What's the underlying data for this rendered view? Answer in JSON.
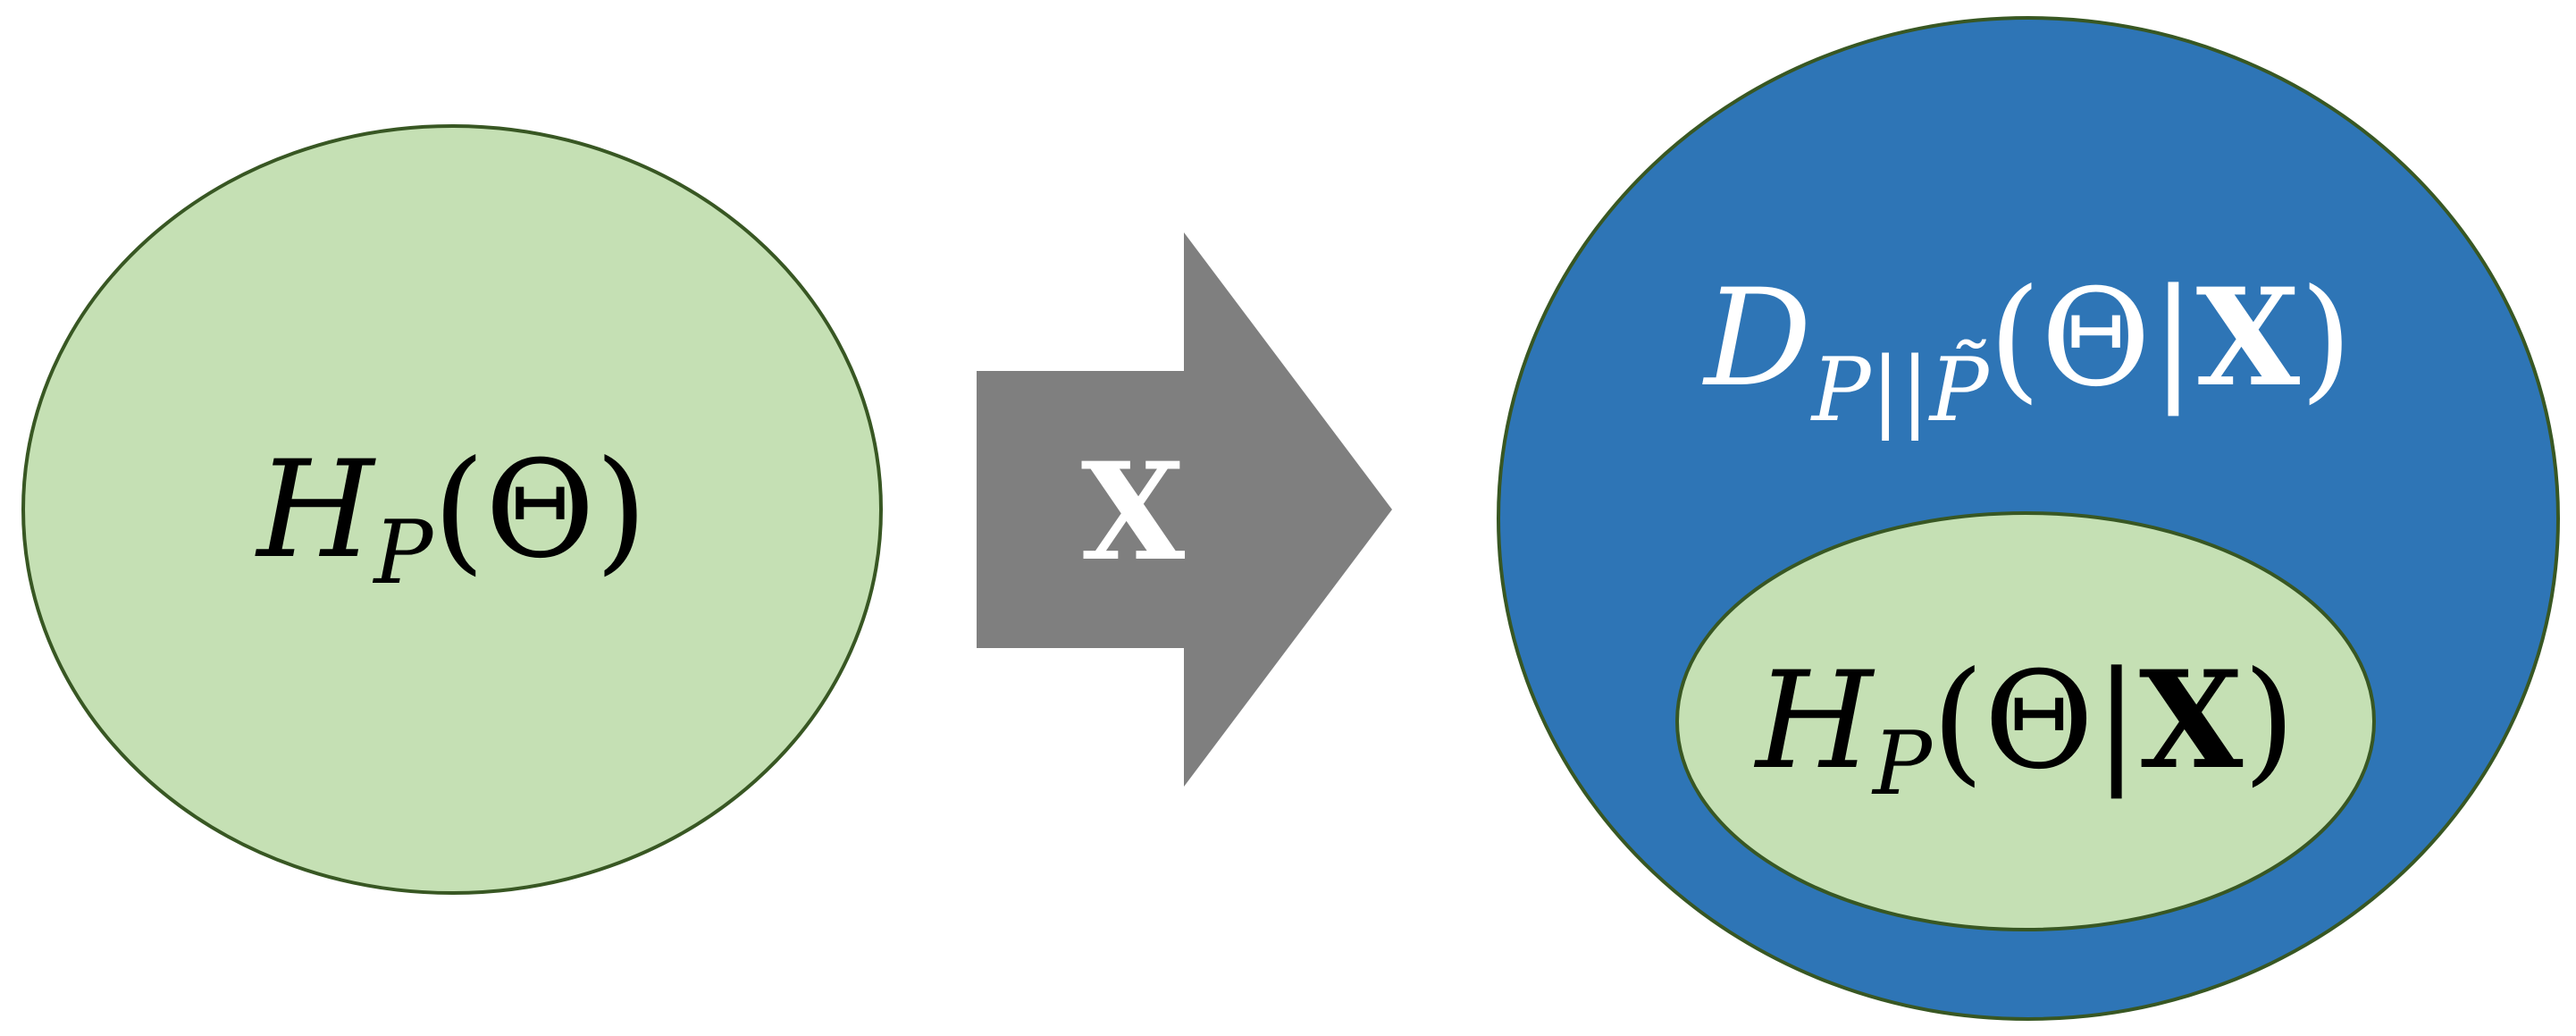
{
  "diagram": {
    "colors": {
      "green_fill": "#c5e0b4",
      "green_stroke": "#385723",
      "blue_fill": "#2e75b6",
      "arrow_fill": "#7f7f7f",
      "dark_text": "#000000",
      "light_text": "#ffffff"
    },
    "left_ellipse": {
      "symbol": "H",
      "subscript": "P",
      "argument": "(Θ)"
    },
    "arrow": {
      "label": "X"
    },
    "outer_circle": {
      "symbol": "D",
      "subscript_left": "P",
      "subscript_sep": "||",
      "subscript_right": "P̃",
      "argument_open": "(Θ|",
      "argument_bold": "X",
      "argument_close": ")"
    },
    "inner_ellipse": {
      "symbol": "H",
      "subscript": "P",
      "argument_open": "(Θ|",
      "argument_bold": "X",
      "argument_close": ")"
    }
  }
}
